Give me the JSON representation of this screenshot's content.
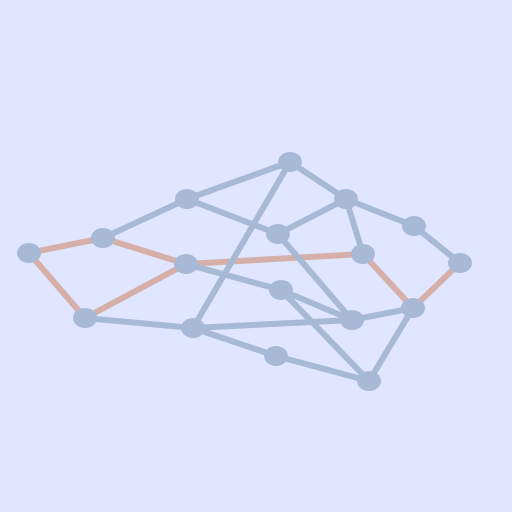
{
  "colors": {
    "background": "#e0e6ff",
    "edge_default": "#a8b9d6",
    "edge_highlighted": "#d6b0a8",
    "node_fill": "#a8b9d6"
  },
  "graph": {
    "node_count": 17,
    "edge_count": 25,
    "highlighted_path": [
      "n0",
      "n1",
      "n5",
      "n8",
      "n14",
      "n16",
      "n13"
    ]
  }
}
